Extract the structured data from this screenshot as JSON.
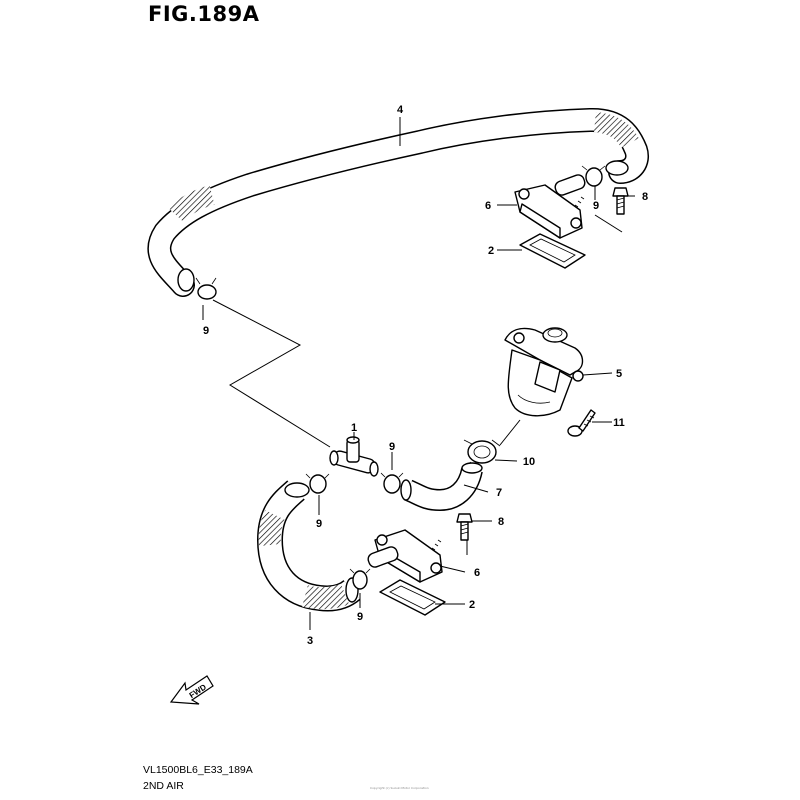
{
  "figure": {
    "title": "FIG.189A",
    "model_code": "VL1500BL6_E33_189A",
    "subtitle": "2ND AIR",
    "copyright": "Copyright (c) Suzuki Motor Corporation",
    "fwd_label": "FWD"
  },
  "callouts": [
    {
      "id": "c1",
      "text": "1"
    },
    {
      "id": "c2a",
      "text": "2"
    },
    {
      "id": "c2b",
      "text": "2"
    },
    {
      "id": "c3",
      "text": "3"
    },
    {
      "id": "c4",
      "text": "4"
    },
    {
      "id": "c5",
      "text": "5"
    },
    {
      "id": "c6a",
      "text": "6"
    },
    {
      "id": "c6b",
      "text": "6"
    },
    {
      "id": "c7",
      "text": "7"
    },
    {
      "id": "c8a",
      "text": "8"
    },
    {
      "id": "c8b",
      "text": "8"
    },
    {
      "id": "c9a",
      "text": "9"
    },
    {
      "id": "c9b",
      "text": "9"
    },
    {
      "id": "c9c",
      "text": "9"
    },
    {
      "id": "c9d",
      "text": "9"
    },
    {
      "id": "c9e",
      "text": "9"
    },
    {
      "id": "c10",
      "text": "10"
    },
    {
      "id": "c11",
      "text": "11"
    }
  ]
}
